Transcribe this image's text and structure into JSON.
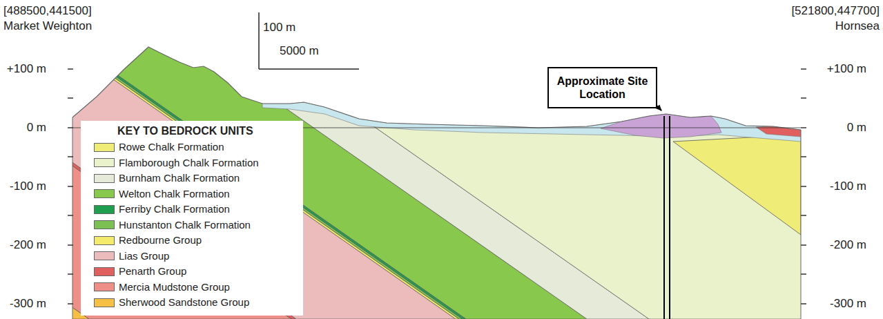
{
  "diagram": {
    "nodes": [
      {
        "text": [
          "Approximate Site Location"
        ]
      }
    ],
    "labels": [
      "[488500,441500]",
      "Market Weighton",
      "[521800,447700]",
      "Hornsea",
      "100 m",
      "5000 m",
      "+100 m",
      "+100 m",
      "0 m",
      "0 m",
      "-100 m",
      "-100 m",
      "-200 m",
      "-200 m",
      "-300 m",
      "-300 m",
      "KEY TO BEDROCK UNITS"
    ],
    "legend": [
      {
        "text": "Rowe Chalk Formation",
        "color": "#f0ec78"
      },
      {
        "text": "Flamborough Chalk Formation",
        "color": "#eaf2cc"
      },
      {
        "text": "Burnham Chalk Formation",
        "color": "#e6ead8"
      },
      {
        "text": "Welton Chalk Formation",
        "color": "#88c84c"
      },
      {
        "text": "Ferriby Chalk Formation",
        "color": "#1f9e50"
      },
      {
        "text": "Hunstanton Chalk Formation",
        "color": "#7cc054"
      },
      {
        "text": "Redbourne Group",
        "color": "#f4ea6c"
      },
      {
        "text": "Lias Group",
        "color": "#ecbcbc"
      },
      {
        "text": "Penarth Group",
        "color": "#e06060"
      },
      {
        "text": "Mercia Mudstone Group",
        "color": "#ee9088"
      },
      {
        "text": "Sherwood Sandstone Group",
        "color": "#f6c044"
      }
    ]
  }
}
